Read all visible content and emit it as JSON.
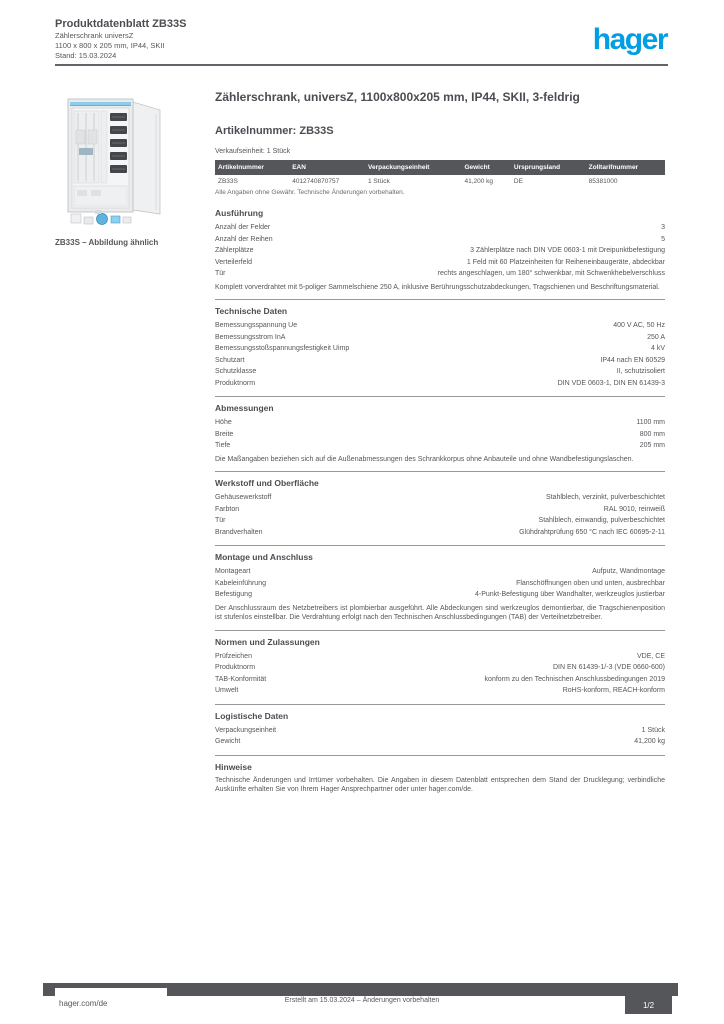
{
  "colors": {
    "accent": "#009fe3",
    "bar": "#55565a",
    "text": "#55565a"
  },
  "header": {
    "doc_title": "Produktdatenblatt ZB33S",
    "line2": "Zählerschrank universZ",
    "line3": "1100 x 800 x 205 mm, IP44, SKII",
    "line4": "Stand: 15.03.2024",
    "logo_text": "hager"
  },
  "product": {
    "image_caption": "ZB33S – Abbildung ähnlich",
    "title": "Zählerschrank, universZ, 1100x800x205 mm, IP44, SKII, 3-feldrig",
    "article_label": "Artikelnummer: ZB33S",
    "sales_note": "Verkaufseinheit: 1 Stück",
    "table_note": "Alle Angaben ohne Gewähr. Technische Änderungen vorbehalten."
  },
  "order_table": {
    "columns": [
      "Artikelnummer",
      "EAN",
      "Verpackungseinheit",
      "Gewicht",
      "Ursprungsland",
      "Zolltarifnummer"
    ],
    "rows": [
      [
        "ZB33S",
        "4012740870757",
        "1 Stück",
        "41,200 kg",
        "DE",
        "85381000"
      ]
    ]
  },
  "sections": [
    {
      "heading": "Ausführung",
      "rows": [
        {
          "label": "Anzahl der Felder",
          "value": "3"
        },
        {
          "label": "Anzahl der Reihen",
          "value": "5"
        },
        {
          "label": "Zählerplätze",
          "value": "3 Zählerplätze nach DIN VDE 0603-1 mit Dreipunktbefestigung"
        },
        {
          "label": "Verteilerfeld",
          "value": "1 Feld mit 60 Platzeinheiten für Reiheneinbaugeräte, abdeckbar"
        },
        {
          "label": "Tür",
          "value": "rechts angeschlagen, um 180° schwenkbar, mit Schwenkhebelverschluss"
        }
      ],
      "paragraph": "Komplett vorverdrahtet mit 5-poliger Sammelschiene 250 A, inklusive Berührungsschutzabdeckungen, Tragschienen und Beschriftungsmaterial."
    },
    {
      "heading": "Technische Daten",
      "rows": [
        {
          "label": "Bemessungsspannung Ue",
          "value": "400 V AC, 50 Hz"
        },
        {
          "label": "Bemessungsstrom InA",
          "value": "250 A"
        },
        {
          "label": "Bemessungsstoßspannungsfestigkeit Uimp",
          "value": "4 kV"
        },
        {
          "label": "Schutzart",
          "value": "IP44 nach EN 60529"
        },
        {
          "label": "Schutzklasse",
          "value": "II, schutzisoliert"
        },
        {
          "label": "Produktnorm",
          "value": "DIN VDE 0603-1, DIN EN 61439-3"
        }
      ]
    },
    {
      "heading": "Abmessungen",
      "rows": [
        {
          "label": "Höhe",
          "value": "1100 mm"
        },
        {
          "label": "Breite",
          "value": "800 mm"
        },
        {
          "label": "Tiefe",
          "value": "205 mm"
        }
      ],
      "paragraph": "Die Maßangaben beziehen sich auf die Außenabmessungen des Schrankkorpus ohne Anbauteile und ohne Wandbefestigungslaschen."
    },
    {
      "heading": "Werkstoff und Oberfläche",
      "rows": [
        {
          "label": "Gehäusewerkstoff",
          "value": "Stahlblech, verzinkt, pulverbeschichtet"
        },
        {
          "label": "Farbton",
          "value": "RAL 9010, reinweiß"
        },
        {
          "label": "Tür",
          "value": "Stahlblech, einwandig, pulverbeschichtet"
        },
        {
          "label": "Brandverhalten",
          "value": "Glühdrahtprüfung 650 °C nach IEC 60695-2-11"
        }
      ]
    },
    {
      "heading": "Montage und Anschluss",
      "rows": [
        {
          "label": "Montageart",
          "value": "Aufputz, Wandmontage"
        },
        {
          "label": "Kabeleinführung",
          "value": "Flanschöffnungen oben und unten, ausbrechbar"
        },
        {
          "label": "Befestigung",
          "value": "4-Punkt-Befestigung über Wandhalter, werkzeuglos justierbar"
        }
      ],
      "paragraph": "Der Anschlussraum des Netzbetreibers ist plombierbar ausgeführt. Alle Abdeckungen sind werkzeuglos demontierbar, die Tragschienenposition ist stufenlos einstellbar. Die Verdrahtung erfolgt nach den Technischen Anschlussbedingungen (TAB) der Verteilnetzbetreiber."
    },
    {
      "heading": "Normen und Zulassungen",
      "rows": [
        {
          "label": "Prüfzeichen",
          "value": "VDE, CE"
        },
        {
          "label": "Produktnorm",
          "value": "DIN EN 61439-1/-3 (VDE 0660-600)"
        },
        {
          "label": "TAB-Konformität",
          "value": "konform zu den Technischen Anschlussbedingungen 2019"
        },
        {
          "label": "Umwelt",
          "value": "RoHS-konform, REACH-konform"
        }
      ]
    },
    {
      "heading": "Logistische Daten",
      "rows": [
        {
          "label": "Verpackungseinheit",
          "value": "1 Stück"
        },
        {
          "label": "Gewicht",
          "value": "41,200 kg"
        }
      ]
    },
    {
      "heading": "Hinweise",
      "paragraph": "Technische Änderungen und Irrtümer vorbehalten. Die Angaben in diesem Datenblatt entsprechen dem Stand der Drucklegung; verbindliche Auskünfte erhalten Sie von Ihrem Hager Ansprechpartner oder unter hager.com/de."
    }
  ],
  "footer": {
    "website": "hager.com/de",
    "center_note": "Erstellt am 15.03.2024 – Änderungen vorbehalten",
    "page_indicator": "1/2"
  }
}
